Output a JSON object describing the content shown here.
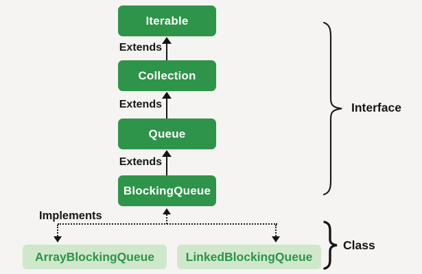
{
  "diagram": {
    "interface_boxes": [
      {
        "label": "Iterable"
      },
      {
        "label": "Collection"
      },
      {
        "label": "Queue"
      },
      {
        "label": "BlockingQueue"
      }
    ],
    "class_boxes": [
      {
        "label": "ArrayBlockingQueue"
      },
      {
        "label": "LinkedBlockingQueue"
      }
    ],
    "labels": {
      "extends": "Extends",
      "implements": "Implements",
      "interface_group": "Interface",
      "class_group": "Class"
    },
    "edges": [
      {
        "from": "Collection",
        "to": "Iterable",
        "type": "extends"
      },
      {
        "from": "Queue",
        "to": "Collection",
        "type": "extends"
      },
      {
        "from": "BlockingQueue",
        "to": "Queue",
        "type": "extends"
      },
      {
        "from": "ArrayBlockingQueue",
        "to": "BlockingQueue",
        "type": "implements"
      },
      {
        "from": "LinkedBlockingQueue",
        "to": "BlockingQueue",
        "type": "implements"
      }
    ],
    "colors": {
      "box_green": "#2e9449",
      "box_light_green": "#cfe8cb",
      "text_green": "#2f9348",
      "ink": "#151515",
      "bg": "#f5f4f2"
    }
  }
}
